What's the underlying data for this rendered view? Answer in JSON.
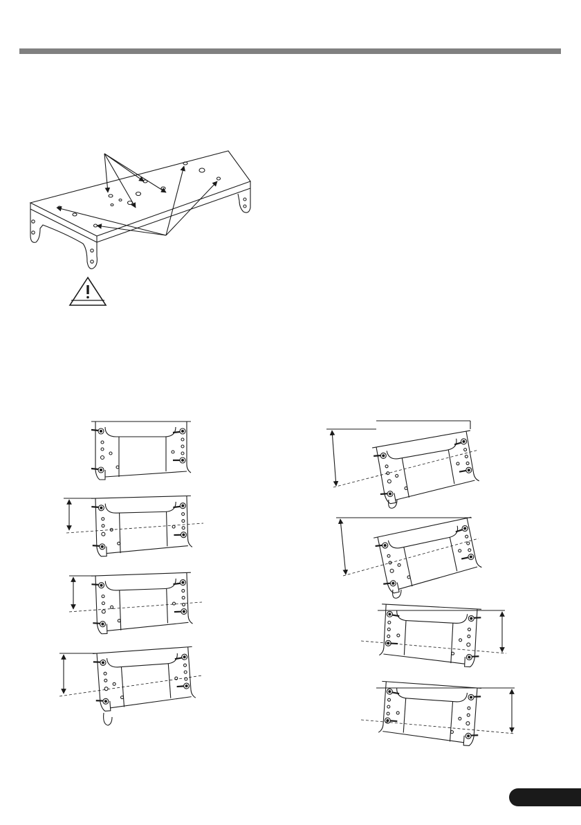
{
  "page": {
    "header_rule_color": "#808080",
    "line_color": "#1a1a1a",
    "page_tab_color": "#1a1a1a"
  },
  "illustrations": {
    "top_plate": {
      "icon": "rigging-plate-isometric"
    },
    "warning": {
      "icon": "warning-triangle-icon"
    },
    "left_column_angles": {
      "count": 4
    },
    "right_column_angles": {
      "count": 4
    }
  }
}
